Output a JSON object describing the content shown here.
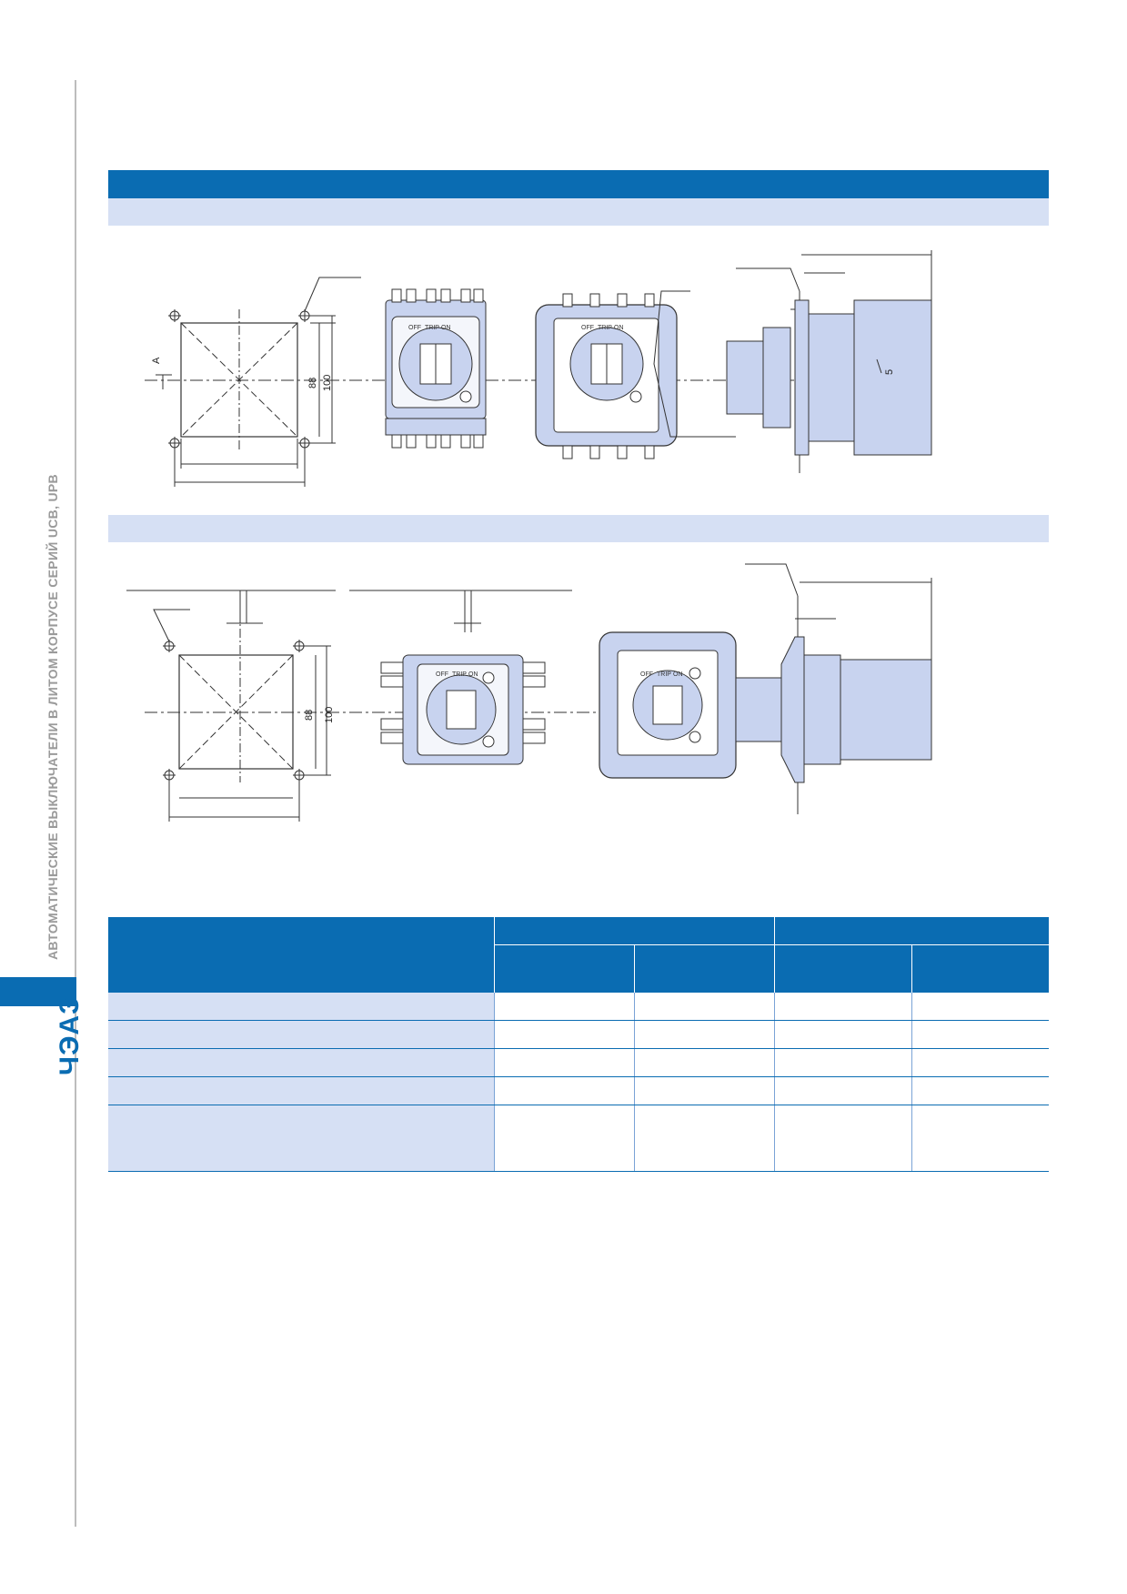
{
  "sidebar": {
    "title": "АВТОМАТИЧЕСКИЕ ВЫКЛЮЧАТЕЛИ В ЛИТОМ КОРПУСЕ СЕРИЙ UCB, UPB",
    "logo": "ЧЭАЗ"
  },
  "drawing_top": {
    "label_a": "A",
    "dim_88": "88",
    "dim_100": "100",
    "dim_5": "5",
    "handle_labels": [
      "OFF",
      "TRIP",
      "ON"
    ]
  },
  "drawing_bottom": {
    "dim_88": "88",
    "dim_100": "100",
    "handle_labels": [
      "OFF",
      "TRIP",
      "ON"
    ]
  },
  "colors": {
    "accent": "#0a6cb2",
    "light_band": "#d6e0f4",
    "part_fill": "#c8d3ef",
    "gray_line": "#bdbdbd"
  },
  "table": {
    "header_columns": 4,
    "rows": 5
  }
}
